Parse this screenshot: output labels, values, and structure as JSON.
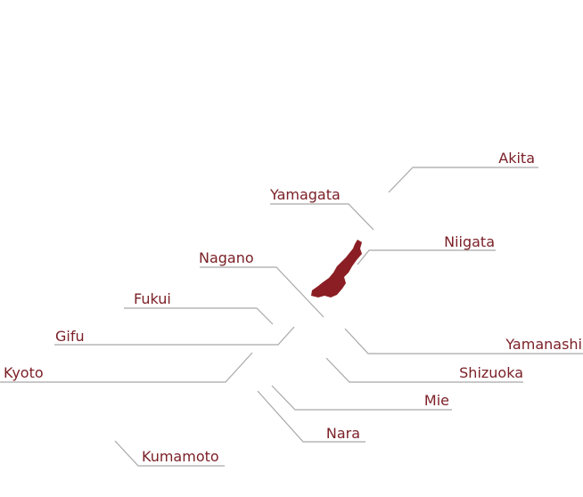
{
  "colors": {
    "label_text": "#7b2027",
    "leader_line": "#a8a8a8",
    "highlighted_region": "#8b1e24",
    "background": "#ffffff"
  },
  "map": {
    "highlighted_prefecture": "Niigata",
    "labels": [
      {
        "id": "akita",
        "text": "Akita"
      },
      {
        "id": "yamagata",
        "text": "Yamagata"
      },
      {
        "id": "niigata",
        "text": "Niigata"
      },
      {
        "id": "nagano",
        "text": "Nagano"
      },
      {
        "id": "fukui",
        "text": "Fukui"
      },
      {
        "id": "gifu",
        "text": "Gifu"
      },
      {
        "id": "yamanashi",
        "text": "Yamanashi"
      },
      {
        "id": "kyoto",
        "text": "Kyoto"
      },
      {
        "id": "shizuoka",
        "text": "Shizuoka"
      },
      {
        "id": "mie",
        "text": "Mie"
      },
      {
        "id": "nara",
        "text": "Nara"
      },
      {
        "id": "kumamoto",
        "text": "Kumamoto"
      }
    ]
  }
}
